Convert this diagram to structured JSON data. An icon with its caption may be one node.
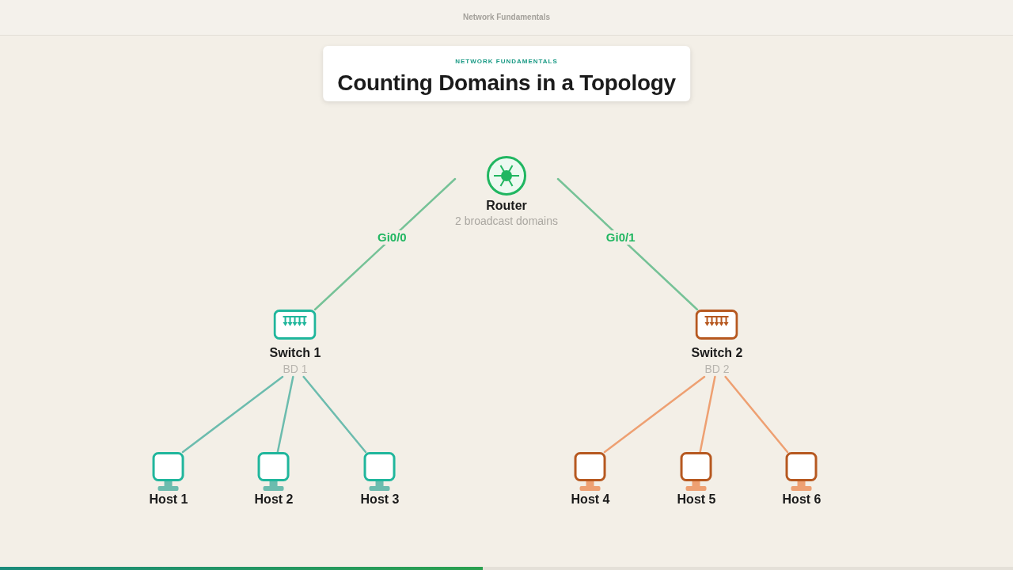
{
  "diagram": {
    "title": "Counting Domains in a Topology",
    "nodes": [
      {
        "text": [
          "Router",
          "2 broadcast domains"
        ]
      },
      {
        "text": [
          "Switch 1",
          "BD 1"
        ]
      },
      {
        "text": [
          "Switch 2",
          "BD 2"
        ]
      },
      {
        "text": [
          "Host 1"
        ]
      },
      {
        "text": [
          "Host 2"
        ]
      },
      {
        "text": [
          "Host 3"
        ]
      },
      {
        "text": [
          "Host 4"
        ]
      },
      {
        "text": [
          "Host 5"
        ]
      },
      {
        "text": [
          "Host 6"
        ]
      }
    ],
    "edges": [
      {
        "from": 0,
        "to": 1,
        "arrow": "none",
        "label": "Gi0/0",
        "color": "#76c297"
      },
      {
        "from": 0,
        "to": 2,
        "arrow": "none",
        "label": "Gi0/1",
        "color": "#76c297"
      },
      {
        "from": 1,
        "to": 3,
        "arrow": "none",
        "color": "#6cbcae"
      },
      {
        "from": 1,
        "to": 4,
        "arrow": "none",
        "color": "#6cbcae"
      },
      {
        "from": 1,
        "to": 5,
        "arrow": "none",
        "color": "#6cbcae"
      },
      {
        "from": 2,
        "to": 6,
        "arrow": "none",
        "color": "#eea072"
      },
      {
        "from": 2,
        "to": 7,
        "arrow": "none",
        "color": "#eea072"
      },
      {
        "from": 2,
        "to": 8,
        "arrow": "none",
        "color": "#eea072"
      }
    ],
    "labels": [
      "Network Fundamentals",
      "NETWORK FUNDAMENTALS"
    ]
  }
}
